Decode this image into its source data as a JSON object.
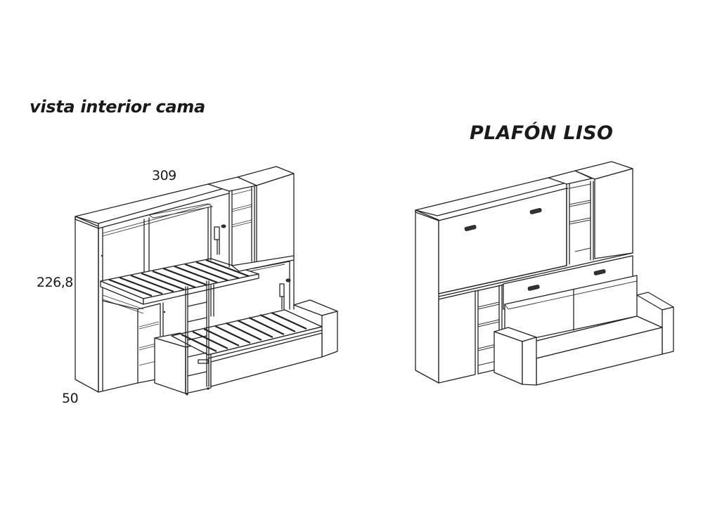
{
  "titles": {
    "left": "vista interior cama",
    "right": "PLAFÓN LISO"
  },
  "dimensions": {
    "width": "309",
    "height": "226,8",
    "depth": "50"
  },
  "drawings": [
    {
      "id": "left",
      "description": "Interior view: bunk-style folding beds open inside wall unit with shelving, wardrobe and ladder"
    },
    {
      "id": "right",
      "description": "Closed view with plain ceiling panel (plafón liso): wall unit with folding bed doors, shelving, wardrobe and sofa"
    }
  ]
}
